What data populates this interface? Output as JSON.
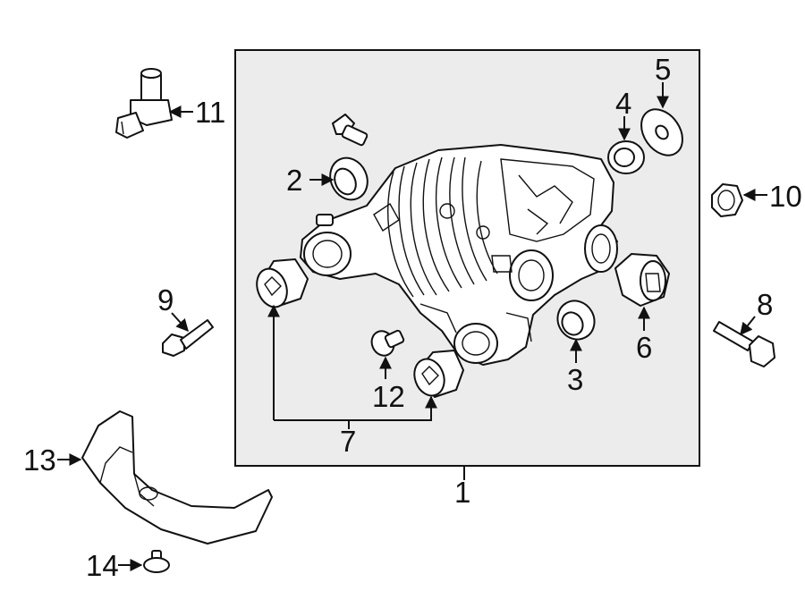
{
  "diagram": {
    "colors": {
      "line": "#111111",
      "panel": "#ececec",
      "background": "#ffffff"
    },
    "callouts": [
      {
        "id": "1",
        "label": "1"
      },
      {
        "id": "2",
        "label": "2"
      },
      {
        "id": "3",
        "label": "3"
      },
      {
        "id": "4",
        "label": "4"
      },
      {
        "id": "5",
        "label": "5"
      },
      {
        "id": "6",
        "label": "6"
      },
      {
        "id": "7",
        "label": "7"
      },
      {
        "id": "8",
        "label": "8"
      },
      {
        "id": "9",
        "label": "9"
      },
      {
        "id": "10",
        "label": "10"
      },
      {
        "id": "11",
        "label": "11"
      },
      {
        "id": "12",
        "label": "12"
      },
      {
        "id": "13",
        "label": "13"
      },
      {
        "id": "14",
        "label": "14"
      }
    ]
  }
}
